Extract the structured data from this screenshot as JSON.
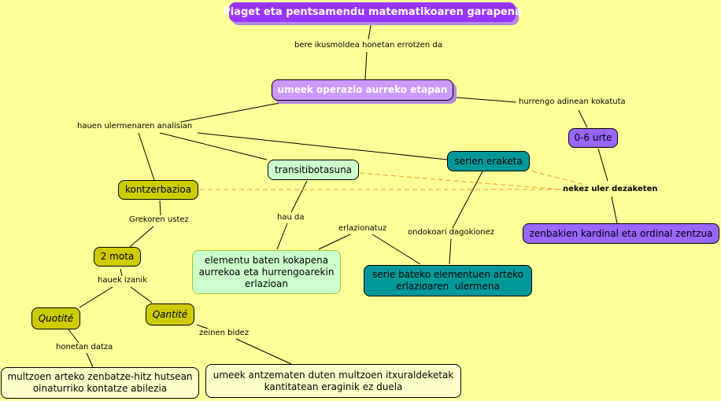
{
  "title": "Piaget eta pentsamendu matematikoaren garapena",
  "nodes": {
    "root": "Piaget eta pentsamendu matematikoaren garapena",
    "stage": "umeek operazio aurreko etapan",
    "age": "0-6 urte",
    "cardinal": "zenbakien kardinal eta ordinal zentzua",
    "series": "serien eraketa",
    "transitivity": "transitibotasuna",
    "conservation": "kontzerbazioa",
    "two_types": "2 mota",
    "quotite": "Quotité",
    "qantite": "Qantité",
    "element_position": [
      "elementu baten kokapena",
      "aurrekoa eta hurrengoarekin",
      "erlazioan"
    ],
    "series_relation": [
      "serie bateko elementuen arteko",
      "erlazioaren  ulermena"
    ],
    "quotite_desc": [
      "multzoen arteko zenbatze-hitz hutsean",
      "oinaturriko kontatze abilezia"
    ],
    "qantite_desc": [
      "umeek antzematen duten multzoen itxuraldeketak",
      "kantitatean eraginik ez duela"
    ]
  },
  "links": {
    "root_stage": "bere ikusmoldea honetan errotzen da",
    "stage_age": "hurrengo adinean kokatuta",
    "analysis": "hauen ulermenaren analisian",
    "cannot_understand": "nekez uler dezaketen",
    "greco": "Grekoren ustez",
    "these_being": "hauek izanik",
    "that_is": "hau da",
    "relating": "erlazionatuz",
    "adjacent": "ondokoari dagokionez",
    "consists": "honetan datza",
    "through": "zeinen bidez"
  },
  "colors": {
    "background": "#ffff99",
    "root": "#9933ff",
    "stage": "#cc99ff",
    "violet": "#9966ff",
    "teal": "#009999",
    "mint": "#ccffcc",
    "olive": "#cccc00",
    "plain": "#ffffcc",
    "dashed": "#f0b040"
  }
}
